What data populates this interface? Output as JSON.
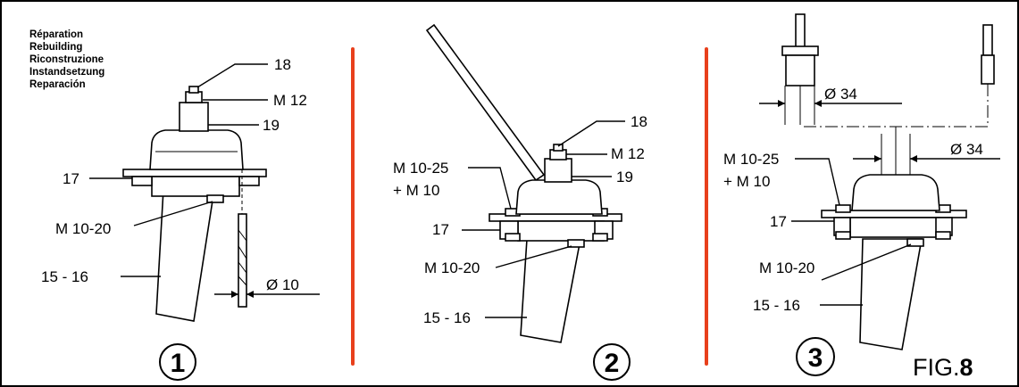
{
  "titles": [
    "Réparation",
    "Rebuilding",
    "Riconstruzione",
    "Instandsetzung",
    "Reparación"
  ],
  "figure_label": {
    "prefix": "FIG.",
    "number": "8"
  },
  "steps": [
    "1",
    "2",
    "3"
  ],
  "panel1": {
    "l18": "18",
    "lm12": "M 12",
    "l19": "19",
    "l17": "17",
    "lm1020": "M 10-20",
    "l1516": "15  -  16",
    "ld10": "Ø 10"
  },
  "panel2": {
    "l18": "18",
    "lm12": "M 12",
    "l19": "19",
    "lm1025": "M 10-25",
    "lplus": "+ M 10",
    "l17": "17",
    "lm1020": "M 10-20",
    "l1516": "15  -  16"
  },
  "panel3": {
    "ld34a": "Ø 34",
    "ld34b": "Ø 34",
    "lm1025": "M 10-25",
    "lplus": "+ M 10",
    "l17": "17",
    "lm1020": "M 10-20",
    "l1516": "15  -  16"
  },
  "colors": {
    "divider": "#e8401c",
    "border": "#000000"
  }
}
